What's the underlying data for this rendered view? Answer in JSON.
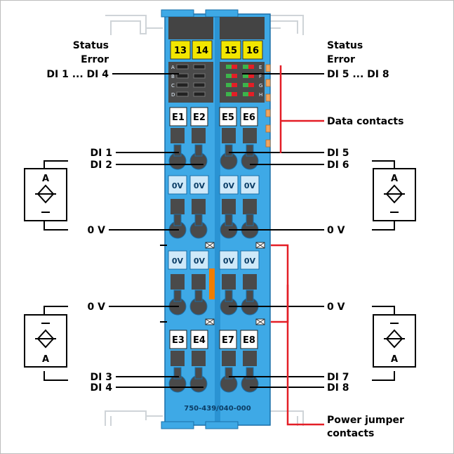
{
  "slots": [
    "13",
    "14",
    "15",
    "16"
  ],
  "led_letters_left": [
    "A",
    "B",
    "C",
    "D"
  ],
  "led_letters_right": [
    "E",
    "F",
    "G",
    "H"
  ],
  "terminals_top": [
    "E1",
    "E2",
    "E5",
    "E6"
  ],
  "terminals_bottom": [
    "E3",
    "E4",
    "E7",
    "E8"
  ],
  "zero_v_box": "0V",
  "model": "750-439/040-000",
  "sensor_letter": "A",
  "left_labels": {
    "status": "Status",
    "error": "Error",
    "range": "DI 1 ... DI 4",
    "di1": "DI 1",
    "di2": "DI 2",
    "zero_v_upper": "0 V",
    "zero_v_lower": "0 V",
    "di3": "DI 3",
    "di4": "DI 4"
  },
  "right_labels": {
    "status": "Status",
    "error": "Error",
    "range": "DI 5 ... DI 8",
    "data_contacts": "Data contacts",
    "di5": "DI 5",
    "di6": "DI 6",
    "zero_v_upper": "0 V",
    "zero_v_lower": "0 V",
    "di7": "DI 7",
    "di8": "DI 8",
    "power_jumper_line1": "Power jumper",
    "power_jumper_line2": "contacts"
  },
  "colors": {
    "module_blue": "#3ea9e6",
    "module_dark": "#1f84c4",
    "slot_yellow": "#f2e600",
    "callout_red": "#e41e26",
    "contact_orange": "#f0a560",
    "jumper_orange": "#ef7d00"
  }
}
